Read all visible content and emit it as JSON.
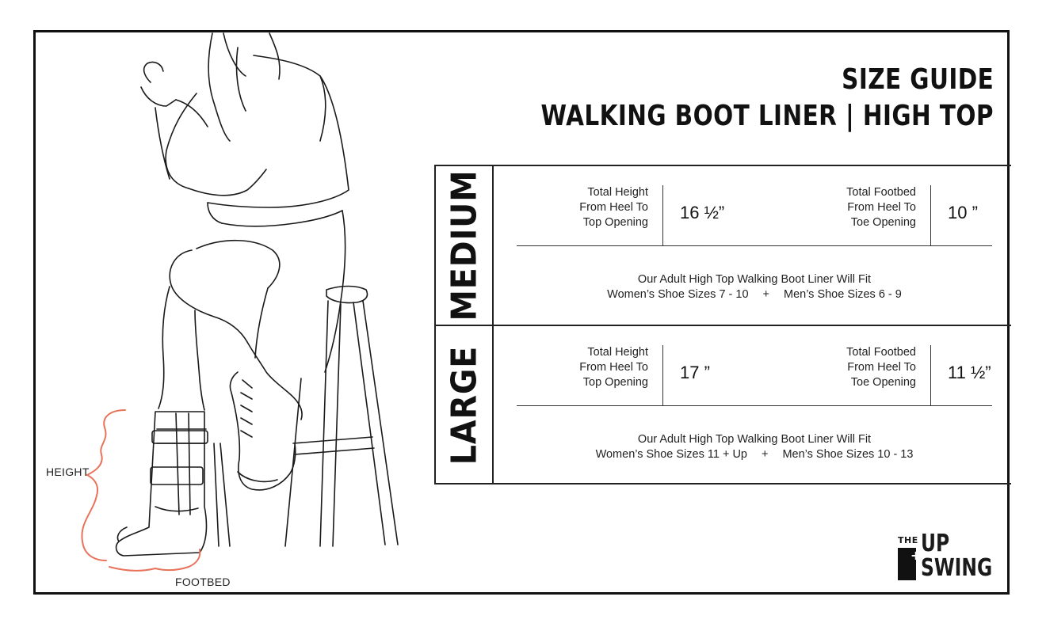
{
  "title": {
    "line1": "SIZE GUIDE",
    "line2": "WALKING BOOT LINER | HIGH TOP"
  },
  "illustration": {
    "height_label": "HEIGHT",
    "footbed_label": "FOOTBED",
    "accent_color": "#e8735a"
  },
  "sizes": [
    {
      "name": "MEDIUM",
      "height_label": [
        "Total Height",
        "From Heel To",
        "Top Opening"
      ],
      "height_value": "16 ½”",
      "footbed_label": [
        "Total Footbed",
        "From Heel To",
        "Toe Opening"
      ],
      "footbed_value": "10 ”",
      "fit_line1": "Our Adult High Top Walking Boot Liner Will Fit",
      "fit_womens": "Women’s Shoe Sizes 7 - 10",
      "fit_plus": "+",
      "fit_mens": "Men’s Shoe Sizes 6 - 9"
    },
    {
      "name": "LARGE",
      "height_label": [
        "Total Height",
        "From Heel To",
        "Top Opening"
      ],
      "height_value": "17 ”",
      "footbed_label": [
        "Total Footbed",
        "From Heel To",
        "Toe Opening"
      ],
      "footbed_value": "11 ½”",
      "fit_line1": "Our Adult High Top Walking Boot Liner Will Fit",
      "fit_womens": "Women’s Shoe Sizes 11 + Up",
      "fit_plus": "+",
      "fit_mens": "Men’s Shoe Sizes 10 - 13"
    }
  ],
  "logo": {
    "the": "THE",
    "up": "UP",
    "plus": "+",
    "swing": "SWING"
  }
}
